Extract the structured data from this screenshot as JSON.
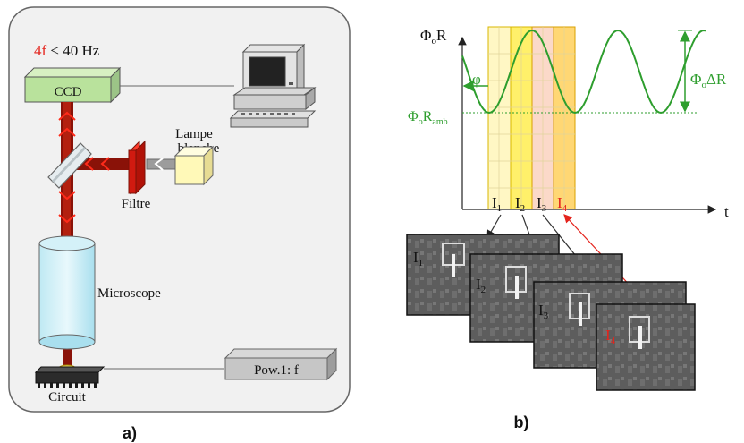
{
  "panel_a": {
    "freq_prefix": "4f",
    "freq_suffix": " < 40 Hz",
    "ccd_label": "CCD",
    "lamp_label_line1": "Lampe",
    "lamp_label_line2": "blanche",
    "filter_label": "Filtre",
    "microscope_label": "Microscope",
    "circuit_label": "Circuit",
    "power_label": "Pow.1: f",
    "caption": "a)"
  },
  "panel_b": {
    "y_axis_label": "Φ",
    "y_axis_sub": "o",
    "y_axis_suffix": "R",
    "x_axis_label": "t",
    "phase_label": "φ",
    "ambient_label": "Φ",
    "ambient_sub": "o",
    "ambient_mid": "R",
    "ambient_sub2": "amb",
    "amplitude_label": "Φ",
    "amplitude_sub": "o",
    "amplitude_suffix": "ΔR",
    "intensity_labels": [
      {
        "letter": "I",
        "index": "1"
      },
      {
        "letter": "I",
        "index": "2"
      },
      {
        "letter": "I",
        "index": "3"
      },
      {
        "letter": "I",
        "index": "4"
      }
    ],
    "caption": "b)"
  },
  "colors": {
    "curve_green": "#2e9e2e",
    "highlight_red": "#e4241d",
    "band_yellow": "#fff29a",
    "band_pink": "#f8d9c8"
  }
}
